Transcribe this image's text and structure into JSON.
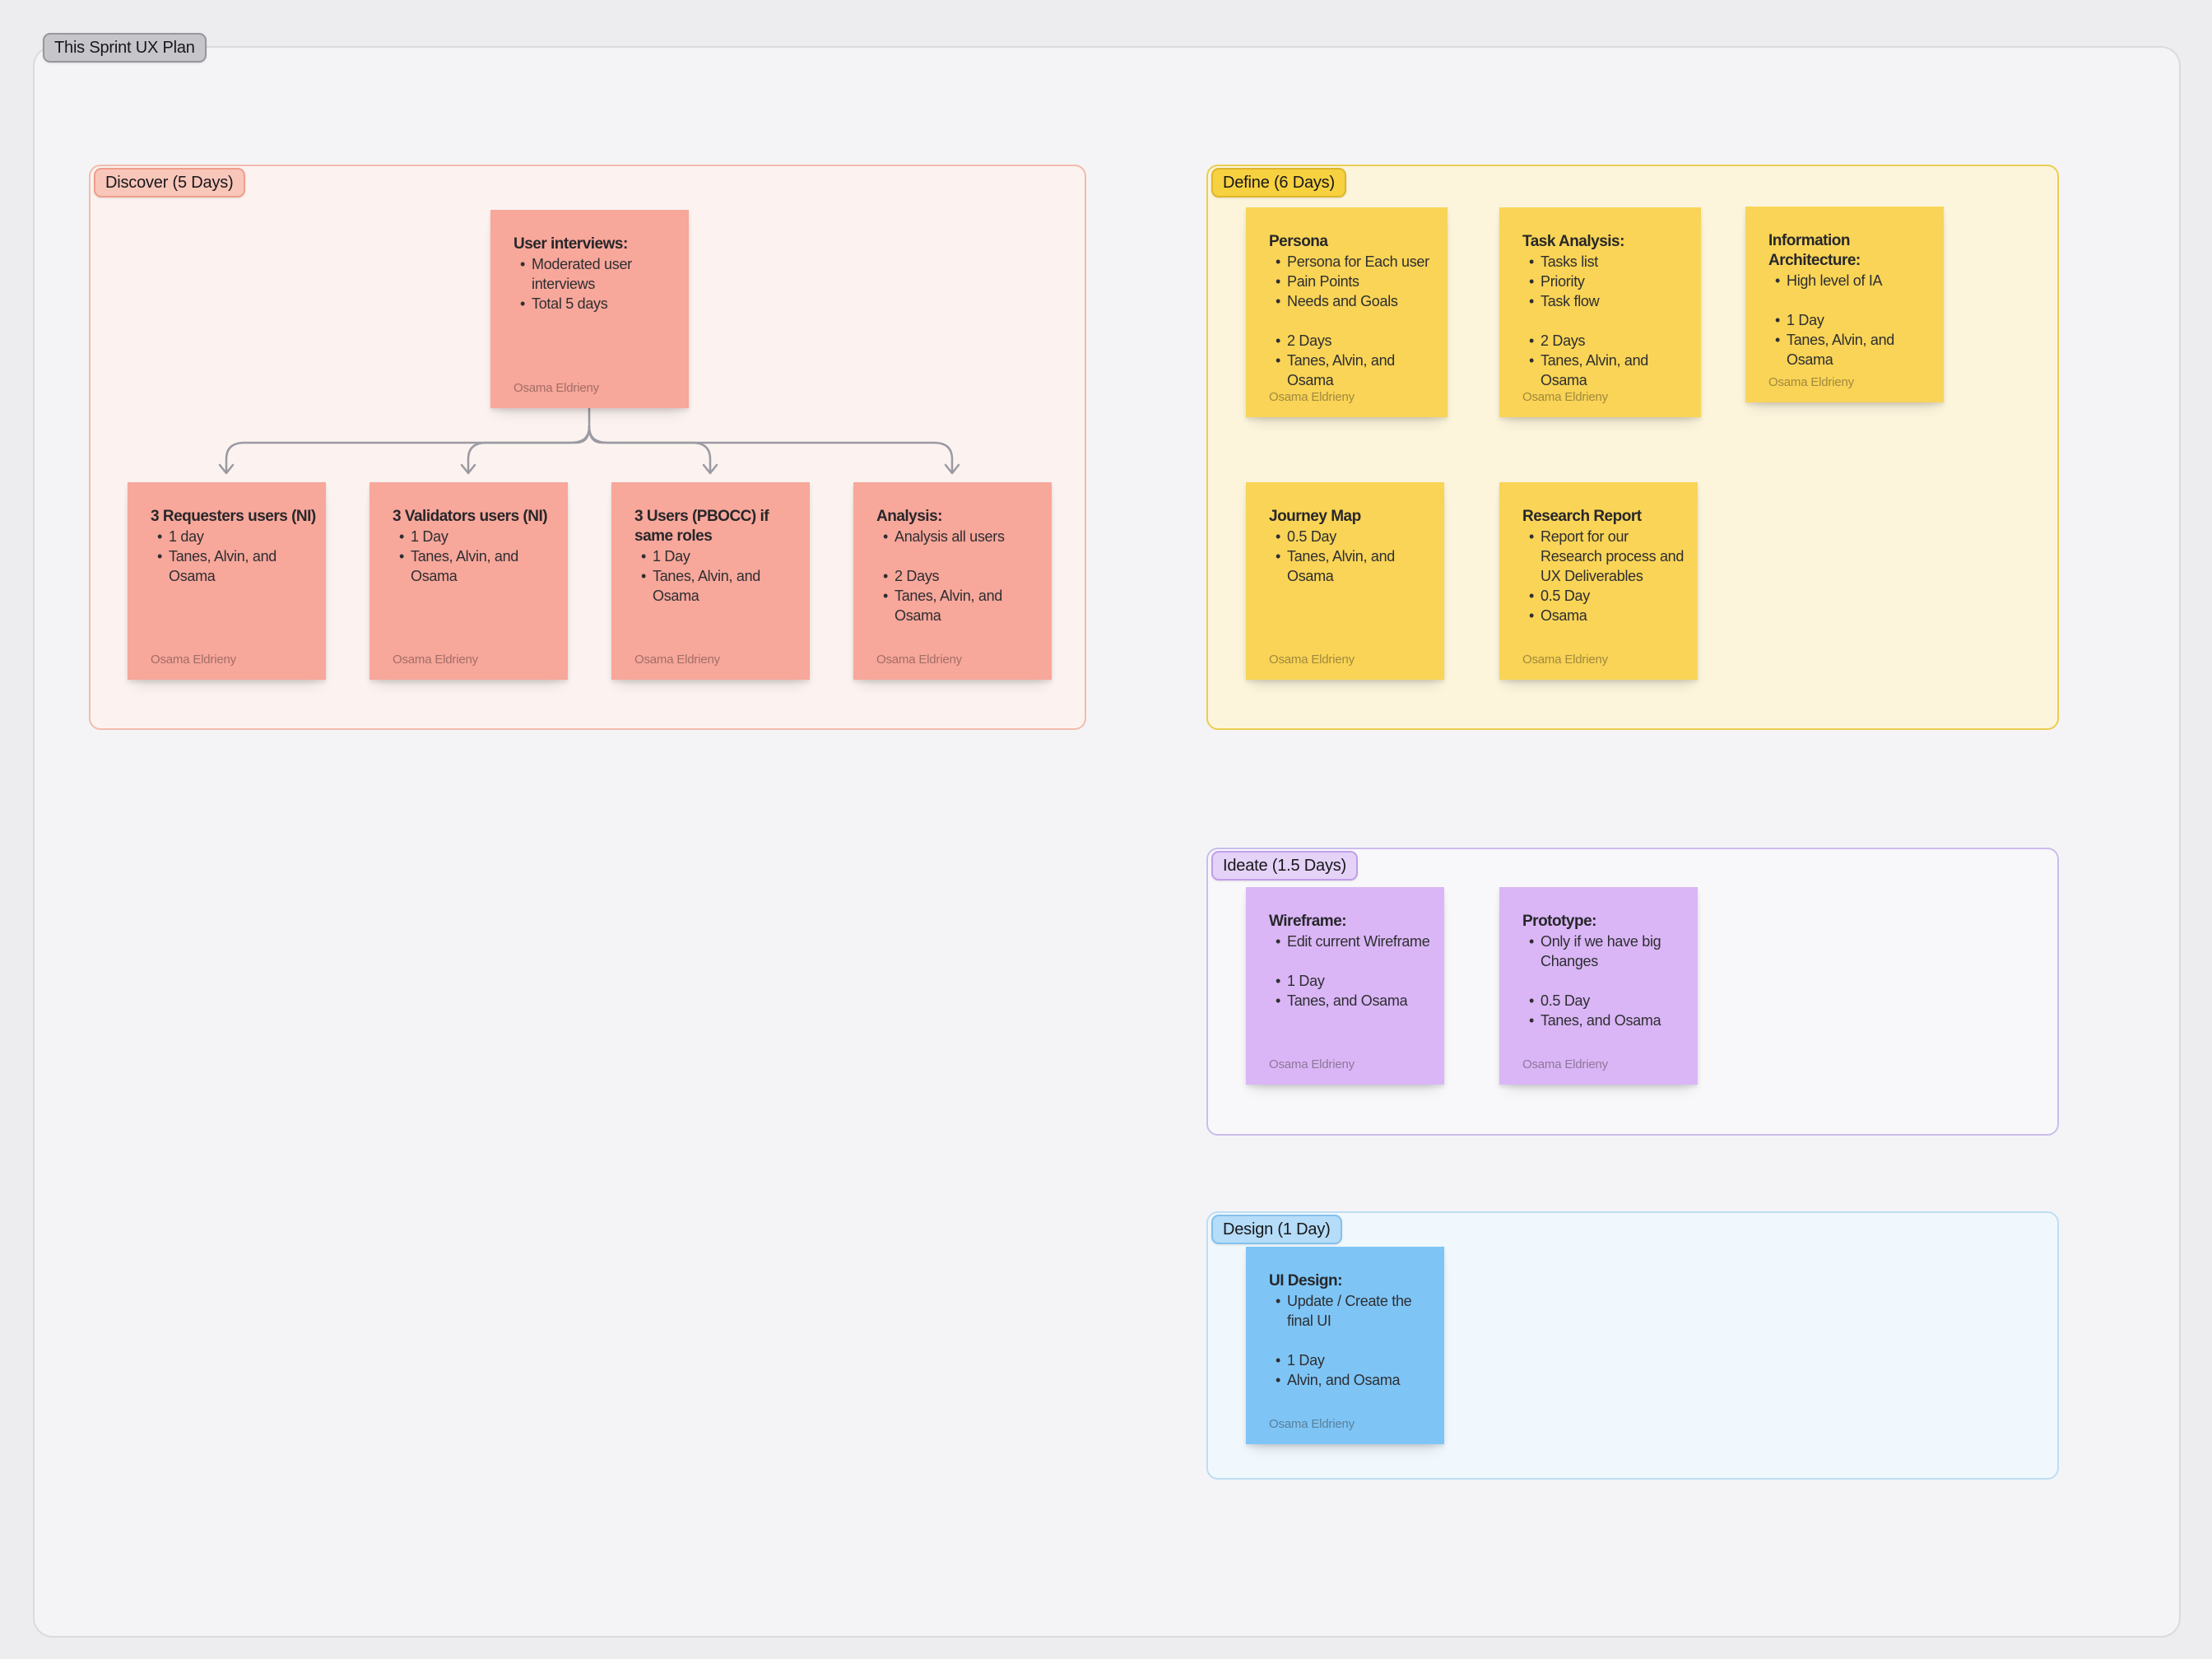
{
  "board": {
    "title": "This Sprint UX Plan",
    "author": "Osama Eldrieny"
  },
  "colors": {
    "sticky_pink": "#F8A79B",
    "sticky_yellow": "#F9D456",
    "sticky_purple": "#DAB6F6",
    "sticky_blue": "#7EC5F6",
    "section_discover_border": "#F2BCAD",
    "section_define_border": "#EBCE4E",
    "section_ideate_border": "#CBBCEC",
    "section_design_border": "#BEDDF3",
    "connector_gray": "#9B9AA2"
  },
  "connector": {
    "from": "user_interviews",
    "to": [
      "requesters",
      "validators",
      "pbocc_users",
      "analysis"
    ]
  },
  "sections": {
    "discover": {
      "label": "Discover (5 Days)",
      "notes": {
        "user_interviews": {
          "title": "User interviews:",
          "bullets": [
            "Moderated user interviews",
            "Total 5 days"
          ],
          "author": "Osama Eldrieny"
        },
        "requesters": {
          "title": "3 Requesters users (NI)",
          "bullets": [
            "1 day",
            "Tanes, Alvin, and Osama"
          ],
          "author": "Osama Eldrieny"
        },
        "validators": {
          "title": "3 Validators users (NI)",
          "bullets": [
            "1 Day",
            "Tanes, Alvin, and Osama"
          ],
          "author": "Osama Eldrieny"
        },
        "pbocc_users": {
          "title": "3 Users (PBOCC) if same roles",
          "bullets": [
            "1 Day",
            "Tanes, Alvin, and Osama"
          ],
          "author": "Osama Eldrieny"
        },
        "analysis": {
          "title": "Analysis:",
          "bullets": [
            "Analysis all users",
            "",
            "2 Days",
            "Tanes, Alvin, and Osama"
          ],
          "author": "Osama Eldrieny"
        }
      }
    },
    "define": {
      "label": "Define (6 Days)",
      "notes": {
        "persona": {
          "title": "Persona",
          "bullets": [
            "Persona for Each user",
            "Pain Points",
            "Needs and Goals",
            "",
            "2 Days",
            "Tanes, Alvin, and Osama"
          ],
          "author": "Osama Eldrieny"
        },
        "task_analysis": {
          "title": "Task Analysis:",
          "bullets": [
            "Tasks list",
            "Priority",
            "Task flow",
            "",
            "2 Days",
            "Tanes, Alvin, and Osama"
          ],
          "author": "Osama Eldrieny"
        },
        "information_architecture": {
          "title": "Information Architecture:",
          "bullets": [
            "High level of IA",
            "",
            "1 Day",
            "Tanes, Alvin, and Osama"
          ],
          "author": "Osama Eldrieny"
        },
        "journey_map": {
          "title": "Journey Map",
          "bullets": [
            "0.5 Day",
            "Tanes, Alvin, and Osama"
          ],
          "author": "Osama Eldrieny"
        },
        "research_report": {
          "title": "Research Report",
          "bullets": [
            "Report for our Research process and UX Deliverables",
            "0.5 Day",
            "Osama"
          ],
          "author": "Osama Eldrieny"
        }
      }
    },
    "ideate": {
      "label": "Ideate (1.5 Days)",
      "notes": {
        "wireframe": {
          "title": "Wireframe:",
          "bullets": [
            "Edit current Wireframe",
            "",
            "1 Day",
            "Tanes, and Osama"
          ],
          "author": "Osama Eldrieny"
        },
        "prototype": {
          "title": "Prototype:",
          "bullets": [
            "Only if we have big Changes",
            "",
            "0.5 Day",
            "Tanes, and Osama"
          ],
          "author": "Osama Eldrieny"
        }
      }
    },
    "design": {
      "label": "Design (1 Day)",
      "notes": {
        "ui_design": {
          "title": "UI Design:",
          "bullets": [
            "Update / Create the final UI",
            "",
            "1 Day",
            "Alvin, and Osama"
          ],
          "author": "Osama Eldrieny"
        }
      }
    }
  }
}
